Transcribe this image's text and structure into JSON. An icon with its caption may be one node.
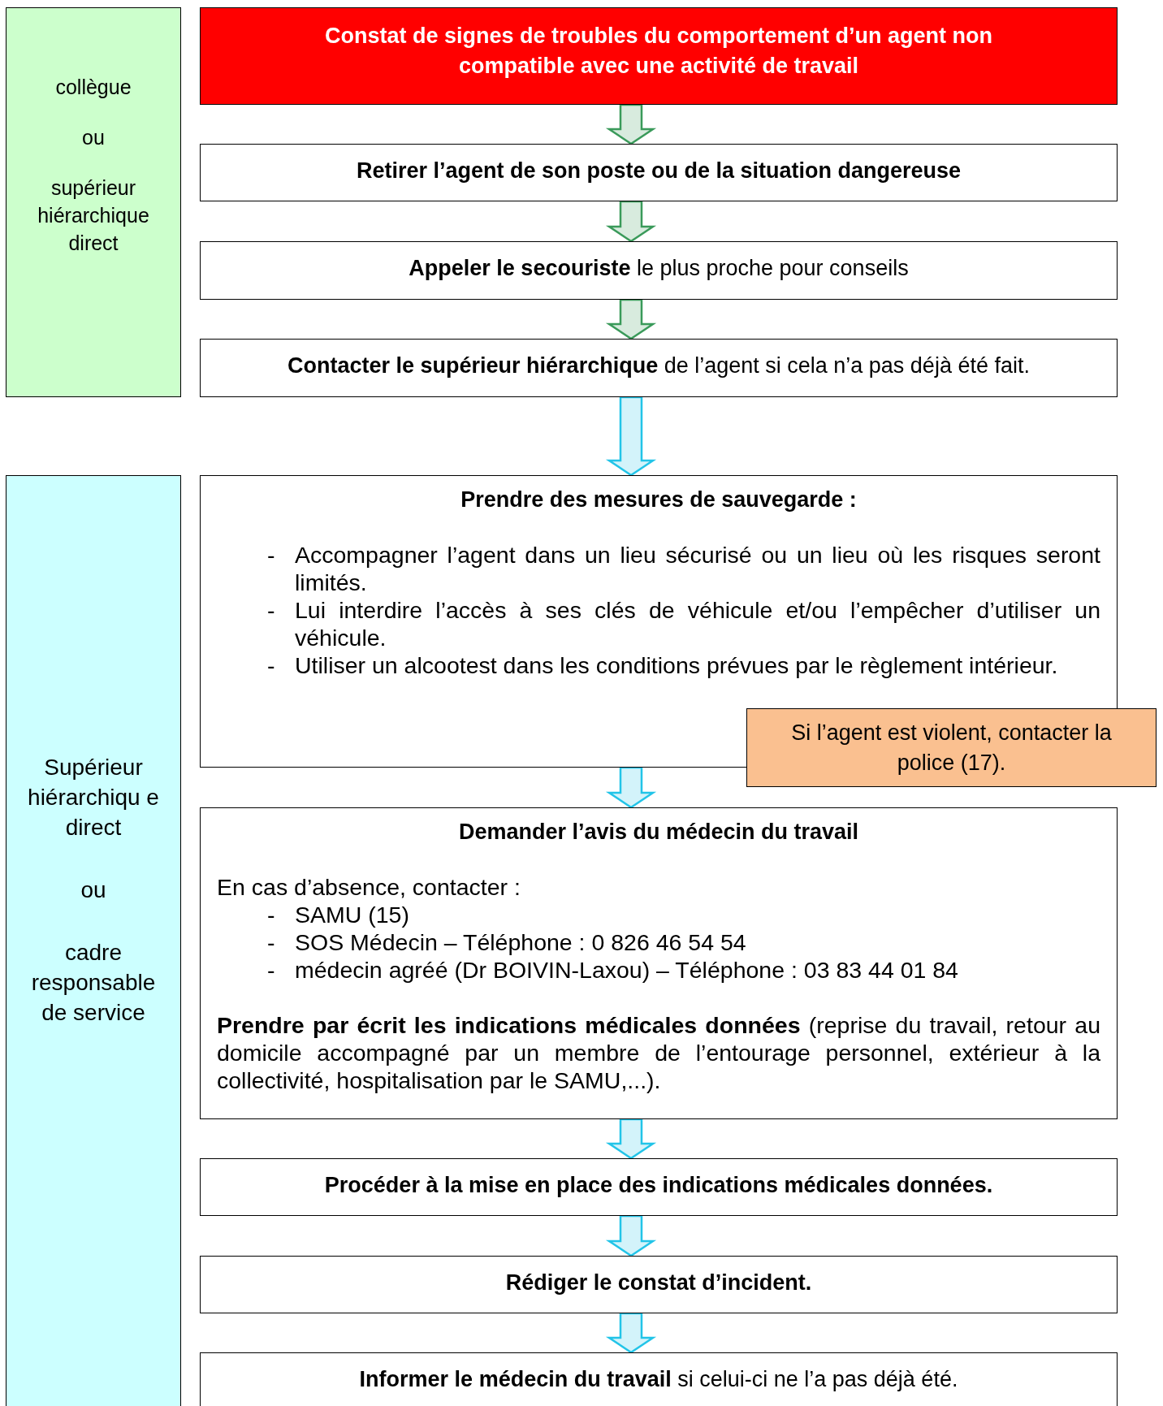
{
  "diagram": {
    "nodes": [
      {
        "text": [
          "collègue",
          "ou",
          "supérieur hiérarchique direct"
        ]
      },
      {
        "text": [
          "Constat de signes de troubles du comportement d’un agent non compatible avec une activité de travail"
        ]
      },
      {
        "text": [
          "Retirer l’agent de son poste ou de la situation dangereuse"
        ]
      },
      {
        "text": [
          "**Appeler le secouriste** le plus proche pour conseils"
        ]
      },
      {
        "text": [
          "**Contacter le supérieur hiérarchique** de l’agent si cela n’a pas déjà été fait."
        ]
      },
      {
        "text": [
          "Supérieur hiérarchiqu e direct",
          "ou",
          "cadre responsable de service"
        ]
      },
      {
        "text": [
          "Prendre des mesures de sauvegarde :",
          "-",
          "Accompagner l’agent dans un lieu sécurisé ou un lieu où les risques seront limités.",
          "-",
          "Lui interdire l’accès à ses clés de véhicule et/ou l’empêcher d’utiliser un véhicule.",
          "-",
          "Utiliser un alcootest dans les conditions prévues par le règlement intérieur."
        ]
      },
      {
        "text": [
          "Si l’agent est violent, contacter la police (17)."
        ]
      },
      {
        "text": [
          "Demander l’avis du médecin du travail",
          "En cas d’absence, contacter :",
          "-",
          "SAMU (15)",
          "-",
          "SOS Médecin – Téléphone : 0 826 46 54 54",
          "-",
          "médecin agréé (Dr BOIVIN-Laxou) – Téléphone : 03 83 44 01 84",
          "**Prendre par écrit les indications médicales données** (reprise du travail, retour au domicile accompagné par un membre de l’entourage personnel, extérieur à la collectivité, hospitalisation par le SAMU,...)."
        ]
      },
      {
        "text": [
          "Procéder à la mise en place des indications médicales données."
        ]
      },
      {
        "text": [
          "Rédiger le constat d’incident."
        ]
      },
      {
        "text": [
          "**Informer le médecin du travail** si celui-ci ne l’a pas déjà été."
        ]
      }
    ],
    "edges": [
      {
        "from": 1,
        "to": 2,
        "arrow": "to",
        "color": "#3a9a5a"
      },
      {
        "from": 2,
        "to": 3,
        "arrow": "to",
        "color": "#3a9a5a"
      },
      {
        "from": 3,
        "to": 4,
        "arrow": "to",
        "color": "#3a9a5a"
      },
      {
        "from": 4,
        "to": 6,
        "arrow": "to"
      },
      {
        "from": 6,
        "to": 8,
        "arrow": "to"
      },
      {
        "from": 8,
        "to": 9,
        "arrow": "to"
      },
      {
        "from": 9,
        "to": 10,
        "arrow": "to"
      },
      {
        "from": 10,
        "to": 11,
        "arrow": "to"
      }
    ]
  }
}
